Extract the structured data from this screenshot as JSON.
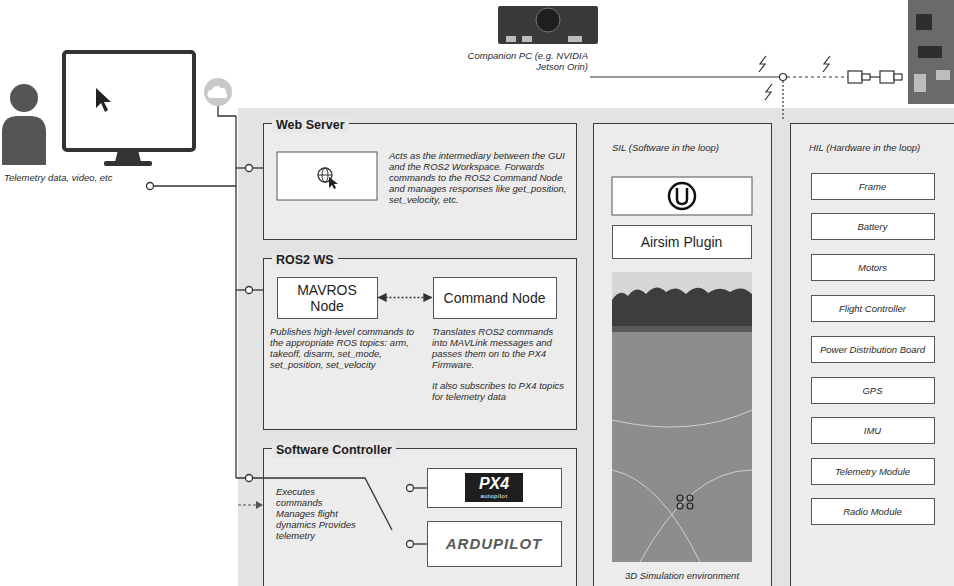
{
  "diagram": {
    "nodes": [
      {
        "text": [
          "Web Server",
          "Acts as the intermediary between the GUI and the ROS2 Workspace. Forwards commands to the ROS2 Command Node and manages responses like get_position, set_velocity, etc."
        ]
      },
      {
        "text": [
          "ROS2 WS",
          "Publishes high-level commands to the appropriate ROS topics: arm, takeoff, disarm, set_mode, set_position, set_velocity",
          "Translates ROS2 commands into MAVLink messages and passes them on to the PX4 Firmware.",
          "It also subscribes to PX4 topics for telemetry data"
        ]
      },
      {
        "text": [
          "MAVROS Node"
        ],
        "in": 1
      },
      {
        "text": [
          "Command Node"
        ],
        "in": 1
      },
      {
        "text": [
          "Software Controller",
          "Executes commands Manages flight dynamics Provides telemetry"
        ]
      },
      {
        "text": [
          "PX4",
          "autopilot"
        ],
        "in": 4
      },
      {
        "text": [
          "ARDUPILOT"
        ],
        "in": 4
      },
      {
        "text": [
          "SIL (Software in the loop)",
          "3D Simulation environment"
        ]
      },
      {
        "text": [
          "Airsim Plugin"
        ],
        "in": 7
      },
      {
        "text": [
          "HIL (Hardware in the loop)"
        ]
      },
      {
        "text": [
          "Frame"
        ],
        "in": 9
      },
      {
        "text": [
          "Battery"
        ],
        "in": 9
      },
      {
        "text": [
          "Motors"
        ],
        "in": 9
      },
      {
        "text": [
          "Flight Controller"
        ],
        "in": 9
      },
      {
        "text": [
          "Power Distribution Board"
        ],
        "in": 9
      },
      {
        "text": [
          "GPS"
        ],
        "in": 9
      },
      {
        "text": [
          "IMU"
        ],
        "in": 9
      },
      {
        "text": [
          "Telemetry Module"
        ],
        "in": 9
      },
      {
        "text": [
          "Radio Module"
        ],
        "in": 9
      }
    ],
    "edges": [
      {
        "from": 2,
        "to": 3,
        "arrow": "both"
      }
    ],
    "labels": [
      "Telemetry data, video, etc",
      "Companion PC (e.g. NVIDIA Jetson Orin)"
    ]
  }
}
